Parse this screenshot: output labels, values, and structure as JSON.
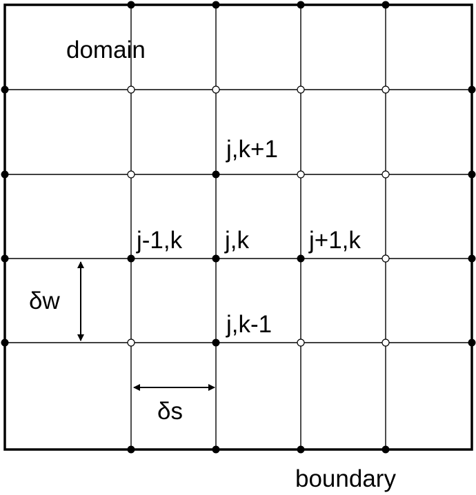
{
  "labels": {
    "domain": "domain",
    "boundary": "boundary",
    "node_up": "j,k+1",
    "node_left": "j-1,k",
    "node_center": "j,k",
    "node_right": "j+1,k",
    "node_down": "j,k-1",
    "spacing_w": "δw",
    "spacing_s": "δs"
  },
  "colors": {
    "line": "#000000",
    "background": "#ffffff",
    "open_marker_fill": "#ffffff"
  }
}
